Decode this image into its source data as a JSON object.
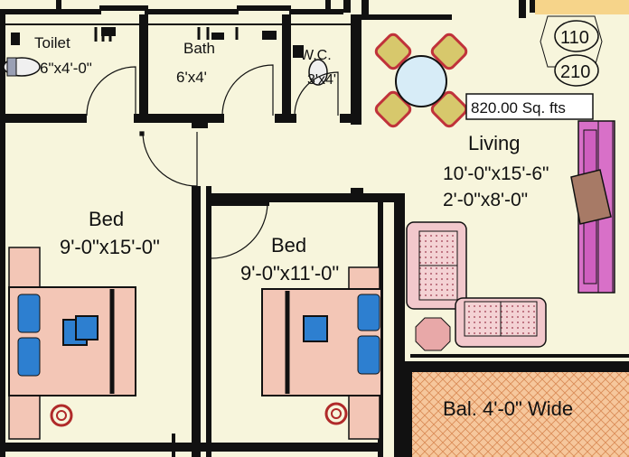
{
  "rooms": {
    "toilet": {
      "name": "Toilet",
      "size": "6\"x4'-0\""
    },
    "bath": {
      "name": "Bath",
      "size": "6'x4'"
    },
    "wc": {
      "name": "W.C.",
      "size": "3'x4'"
    },
    "bed1": {
      "name": "Bed",
      "size": "9'-0\"x15'-0\""
    },
    "bed2": {
      "name": "Bed",
      "size": "9'-0\"x11'-0\""
    },
    "living": {
      "name": "Living",
      "size": "10'-0\"x15'-6\"",
      "size2": "2'-0\"x8'-0\""
    },
    "balcony": {
      "name": "Bal. 4'-0\" Wide"
    }
  },
  "area_label": "820.00 Sq. fts",
  "unit_numbers": [
    "110",
    "210"
  ],
  "colors": {
    "floor": "#f7f5dc",
    "balcony": "#f5c9a0",
    "bed_linen": "#f3c6b6",
    "pillow": "#2d7fd0",
    "sofa": "#f2c8cc",
    "chair": "#d7c86c",
    "chair_border": "#c0323a",
    "table": "#d7ecf7",
    "cabinet": "#d870c8",
    "wall": "#111111"
  }
}
